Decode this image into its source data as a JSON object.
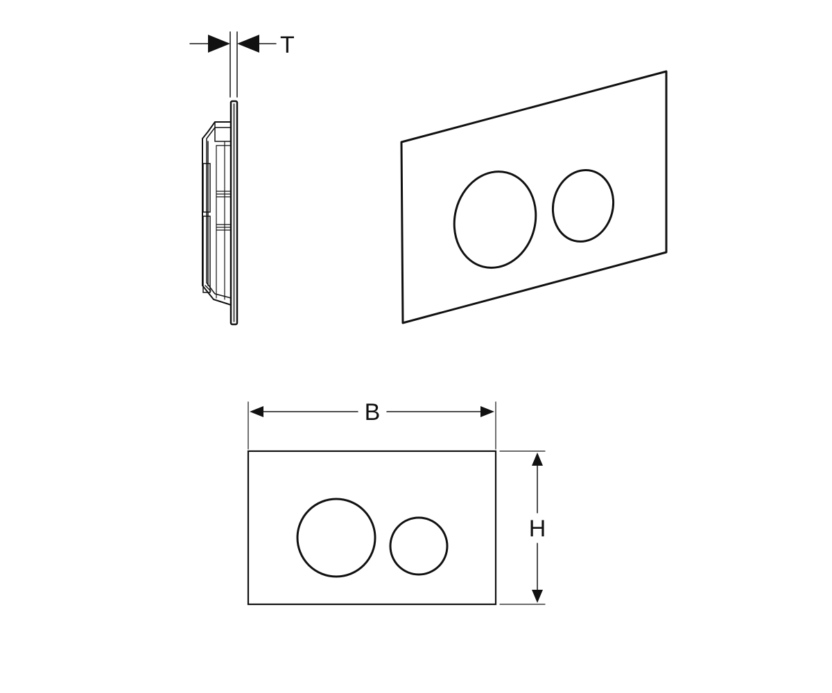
{
  "colors": {
    "stroke": "#111111",
    "background": "#ffffff"
  },
  "labels": {
    "thickness": "T",
    "width": "B",
    "height": "H"
  },
  "views": [
    "side-view",
    "perspective-view",
    "front-view"
  ]
}
